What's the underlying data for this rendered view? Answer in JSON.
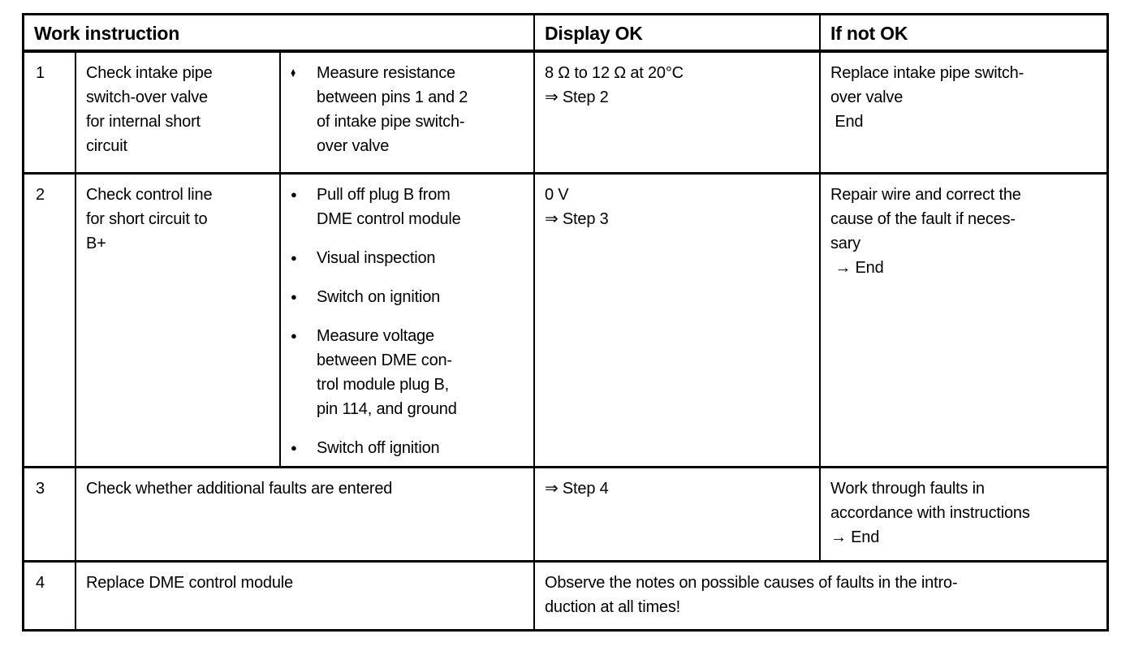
{
  "table": {
    "headers": {
      "work_instruction": "Work instruction",
      "display_ok": "Display OK",
      "if_not_ok": "If not OK"
    },
    "rows": [
      {
        "step": "1",
        "instruction": "Check intake pipe\nswitch-over valve\nfor internal short\ncircuit",
        "bullet_glyph": "♦",
        "actions": [
          "Measure resistance\nbetween pins 1 and 2\nof intake pipe switch-\nover valve"
        ],
        "display_ok": "8 Ω to 12 Ω at 20°C\n⇒ Step 2",
        "if_not_ok": "Replace intake pipe switch-\nover valve\n End"
      },
      {
        "step": "2",
        "instruction": "Check control line\nfor short circuit to\nB+",
        "bullet_glyph": "●",
        "actions": [
          "Pull off plug B from\nDME control module",
          "Visual inspection",
          "Switch on ignition",
          "Measure voltage\nbetween DME con-\ntrol module plug B,\npin 114, and ground",
          "Switch off ignition"
        ],
        "display_ok": "0 V\n⇒ Step 3",
        "if_not_ok": "Repair wire and correct the\ncause of the fault if neces-\nsary\n → End"
      },
      {
        "step": "3",
        "instruction": "Check whether additional faults are entered",
        "display_ok": "⇒ Step 4",
        "if_not_ok": "Work through faults in\naccordance with instructions\n→ End"
      },
      {
        "step": "4",
        "instruction": "Replace DME control module",
        "note": "Observe the notes on possible causes of faults in the intro-\nduction at all times!"
      }
    ]
  }
}
